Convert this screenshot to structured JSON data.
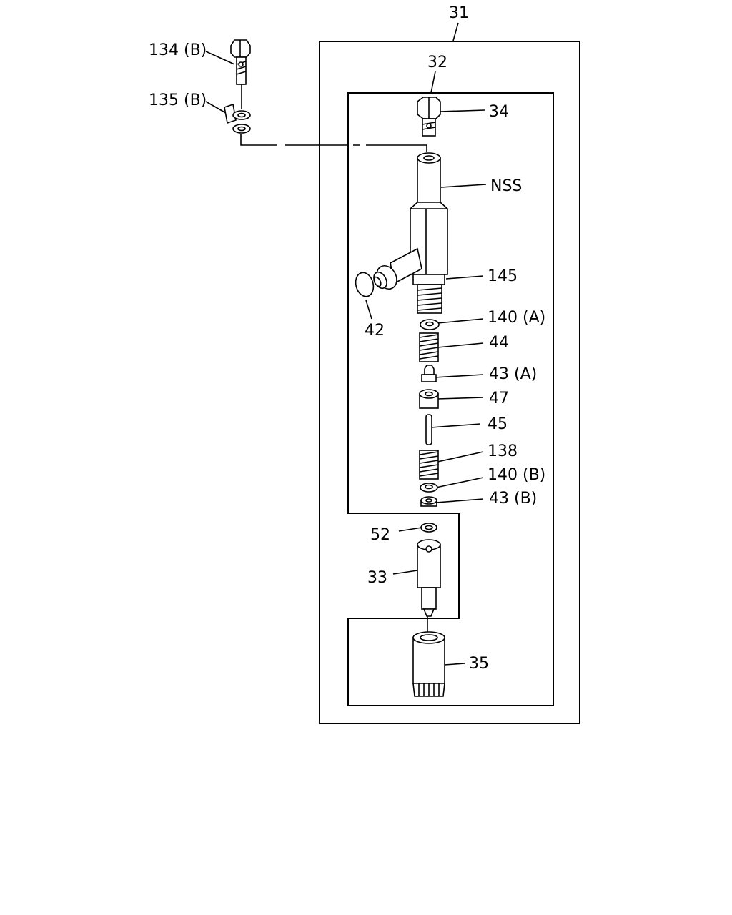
{
  "diagram": {
    "labels": {
      "l31": "31",
      "l32": "32",
      "l34": "34",
      "l134b": "134 (B)",
      "l135b": "135 (B)",
      "lnss": "NSS",
      "l145": "145",
      "l42": "42",
      "l140a": "140 (A)",
      "l44": "44",
      "l43a": "43 (A)",
      "l47": "47",
      "l45": "45",
      "l138": "138",
      "l140b": "140 (B)",
      "l43b": "43 (B)",
      "l52": "52",
      "l33": "33",
      "l35": "35"
    }
  }
}
